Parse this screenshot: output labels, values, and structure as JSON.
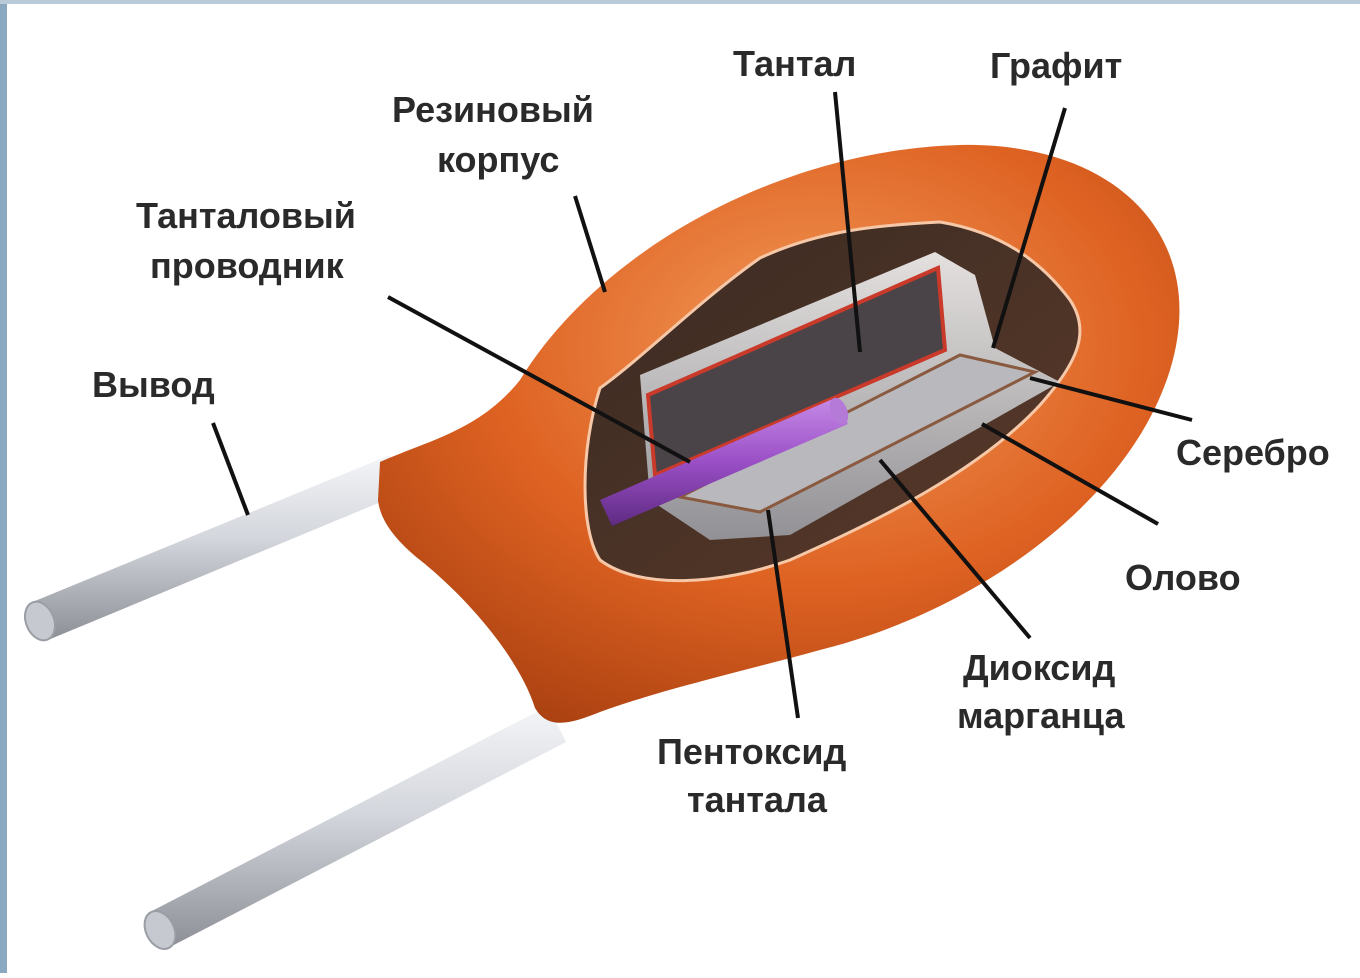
{
  "diagram": {
    "subject": "tantalum-capacitor-cutaway",
    "colors": {
      "body": "#d85a1c",
      "body_dark": "#a83f10",
      "body_light": "#f08a4a",
      "lead": "#c9ccd3",
      "conductor": "#9a4fc6",
      "tantalum_plate": "#4a4448",
      "oxide_edge": "#c93a2a",
      "inner_plate": "#b8b8bd",
      "border": "#8aa9c0"
    },
    "labels": {
      "tantal": "Тантал",
      "grafit": "Графит",
      "rezin_1": "Резиновый",
      "rezin_2": "корпус",
      "tantal_prov_1": "Танталовый",
      "tantal_prov_2": "проводник",
      "vyvod": "Вывод",
      "serebro": "Серебро",
      "olovo": "Олово",
      "dioksid_1": "Диоксид",
      "dioksid_2": "марганца",
      "pentoksid_1": "Пентоксид",
      "pentoksid_2": "тантала"
    }
  }
}
